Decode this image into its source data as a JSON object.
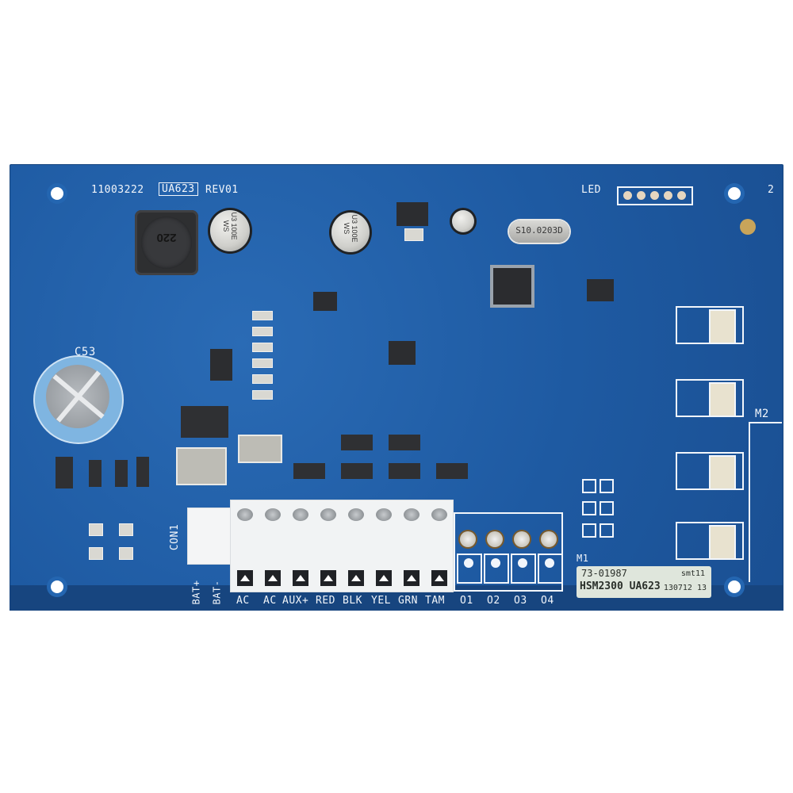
{
  "image": {
    "subject": "Blue printed circuit board (power supply / output module) on white background",
    "background_color": "#ffffff",
    "board_color": "#1f5fa8"
  },
  "silkscreen": {
    "part_number": "11003222",
    "board_code": "UA623",
    "revision": "REV01",
    "led_label": "LED",
    "corner_number": "2",
    "capacitor_label": "C53",
    "connector_label": "CON1",
    "battery_labels": [
      "BAT+",
      "BAT-"
    ],
    "module_label_m1": "M1",
    "module_label_m2": "M2",
    "terminal_labels": [
      "AC",
      "AC",
      "AUX+",
      "RED",
      "BLK",
      "YEL",
      "GRN",
      "TAM",
      "O1",
      "O2",
      "O3",
      "O4"
    ]
  },
  "components": {
    "inductor_marking": "220",
    "capacitor_marking_1": "U3 100E WS",
    "capacitor_marking_2": "U3 100E WS",
    "crystal_marking": "S10.0203D",
    "terminal_block_positions": 8,
    "output_positions": 4
  },
  "sticker": {
    "line1": "73-01987",
    "line2": "HSM2300 UA623",
    "code": "smt11",
    "date": "130712 13"
  }
}
